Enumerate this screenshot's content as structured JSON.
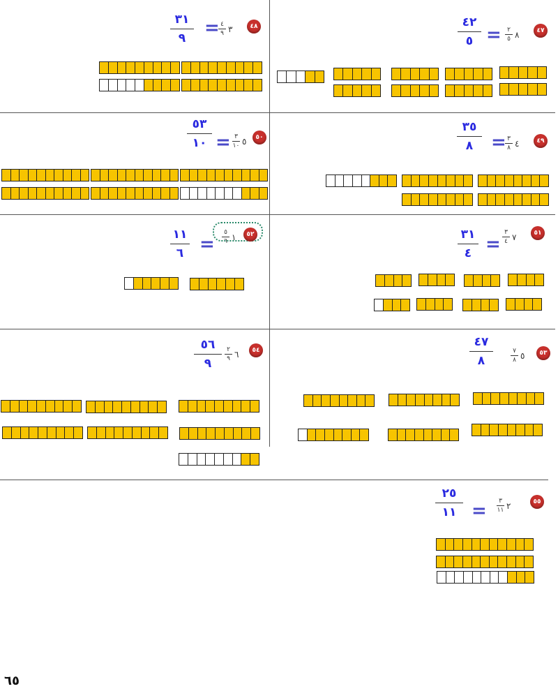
{
  "page_number": "٦٥",
  "equals_sign": "=",
  "exercises": [
    {
      "id": "47",
      "badge": "٤٧",
      "whole": "٨",
      "num": "٢",
      "den": "٥",
      "imp_num": "٤٢",
      "imp_den": "٥",
      "show_equals": true
    },
    {
      "id": "48",
      "badge": "٤٨",
      "whole": "٣",
      "num": "٤",
      "den": "٩",
      "imp_num": "٣١",
      "imp_den": "٩",
      "show_equals": true
    },
    {
      "id": "49",
      "badge": "٤٩",
      "whole": "٤",
      "num": "٣",
      "den": "٨",
      "imp_num": "٣٥",
      "imp_den": "٨",
      "show_equals": true
    },
    {
      "id": "50",
      "badge": "٥٠",
      "whole": "٥",
      "num": "٣",
      "den": "١٠",
      "imp_num": "٥٣",
      "imp_den": "١٠",
      "show_equals": true
    },
    {
      "id": "51",
      "badge": "٥١",
      "whole": "٧",
      "num": "٣",
      "den": "٤",
      "imp_num": "٣١",
      "imp_den": "٤",
      "show_equals": true
    },
    {
      "id": "52",
      "badge": "٥٢",
      "whole": "١",
      "num": "٥",
      "den": "٦",
      "imp_num": "١١",
      "imp_den": "٦",
      "show_equals": true
    },
    {
      "id": "53",
      "badge": "٥٣",
      "whole": "٥",
      "num": "٧",
      "den": "٨",
      "imp_num": "٤٧",
      "imp_den": "٨",
      "show_equals": false
    },
    {
      "id": "54",
      "badge": "٥٤",
      "whole": "٦",
      "num": "٢",
      "den": "٩",
      "imp_num": "٥٦",
      "imp_den": "٩",
      "show_equals": false
    },
    {
      "id": "55",
      "badge": "٥٥",
      "whole": "٢",
      "num": "٣",
      "den": "١١",
      "imp_num": "٢٥",
      "imp_den": "١١",
      "show_equals": true
    }
  ],
  "fraction_strips": [
    {
      "exercise": "47",
      "parts": 5,
      "shaded": 5
    },
    {
      "exercise": "47",
      "parts": 5,
      "shaded": 5
    },
    {
      "exercise": "47",
      "parts": 5,
      "shaded": 5
    },
    {
      "exercise": "47",
      "parts": 5,
      "shaded": 5
    },
    {
      "exercise": "47",
      "parts": 5,
      "shaded": 5
    },
    {
      "exercise": "47",
      "parts": 5,
      "shaded": 5
    },
    {
      "exercise": "47",
      "parts": 5,
      "shaded": 5
    },
    {
      "exercise": "47",
      "parts": 5,
      "shaded": 5
    },
    {
      "exercise": "47",
      "parts": 5,
      "shaded": 2
    },
    {
      "exercise": "48",
      "parts": 9,
      "shaded": 9
    },
    {
      "exercise": "48",
      "parts": 9,
      "shaded": 9
    },
    {
      "exercise": "48",
      "parts": 9,
      "shaded": 9
    },
    {
      "exercise": "48",
      "parts": 9,
      "shaded": 4
    },
    {
      "exercise": "49",
      "parts": 8,
      "shaded": 8
    },
    {
      "exercise": "49",
      "parts": 8,
      "shaded": 8
    },
    {
      "exercise": "49",
      "parts": 8,
      "shaded": 3
    },
    {
      "exercise": "49",
      "parts": 8,
      "shaded": 8
    },
    {
      "exercise": "49",
      "parts": 8,
      "shaded": 8
    },
    {
      "exercise": "50",
      "parts": 10,
      "shaded": 10
    },
    {
      "exercise": "50",
      "parts": 10,
      "shaded": 10
    },
    {
      "exercise": "50",
      "parts": 10,
      "shaded": 10
    },
    {
      "exercise": "50",
      "parts": 10,
      "shaded": 10
    },
    {
      "exercise": "50",
      "parts": 10,
      "shaded": 10
    },
    {
      "exercise": "50",
      "parts": 10,
      "shaded": 3
    },
    {
      "exercise": "51",
      "parts": 4,
      "shaded": 4
    },
    {
      "exercise": "51",
      "parts": 4,
      "shaded": 4
    },
    {
      "exercise": "51",
      "parts": 4,
      "shaded": 4
    },
    {
      "exercise": "51",
      "parts": 4,
      "shaded": 4
    },
    {
      "exercise": "51",
      "parts": 4,
      "shaded": 4
    },
    {
      "exercise": "51",
      "parts": 4,
      "shaded": 4
    },
    {
      "exercise": "51",
      "parts": 4,
      "shaded": 4
    },
    {
      "exercise": "51",
      "parts": 4,
      "shaded": 3
    },
    {
      "exercise": "52",
      "parts": 6,
      "shaded": 6
    },
    {
      "exercise": "52",
      "parts": 6,
      "shaded": 5
    },
    {
      "exercise": "53",
      "parts": 8,
      "shaded": 8
    },
    {
      "exercise": "53",
      "parts": 8,
      "shaded": 8
    },
    {
      "exercise": "53",
      "parts": 8,
      "shaded": 8
    },
    {
      "exercise": "53",
      "parts": 8,
      "shaded": 8
    },
    {
      "exercise": "53",
      "parts": 8,
      "shaded": 8
    },
    {
      "exercise": "53",
      "parts": 8,
      "shaded": 7
    },
    {
      "exercise": "54",
      "parts": 9,
      "shaded": 9
    },
    {
      "exercise": "54",
      "parts": 9,
      "shaded": 9
    },
    {
      "exercise": "54",
      "parts": 9,
      "shaded": 9
    },
    {
      "exercise": "54",
      "parts": 9,
      "shaded": 9
    },
    {
      "exercise": "54",
      "parts": 9,
      "shaded": 9
    },
    {
      "exercise": "54",
      "parts": 9,
      "shaded": 9
    },
    {
      "exercise": "54",
      "parts": 9,
      "shaded": 2
    },
    {
      "exercise": "55",
      "parts": 11,
      "shaded": 11
    },
    {
      "exercise": "55",
      "parts": 11,
      "shaded": 11
    },
    {
      "exercise": "55",
      "parts": 11,
      "shaded": 3
    }
  ],
  "colors": {
    "shaded": "#f7c400",
    "badge": "#c8302c",
    "fraction_text": "#2a2ae0",
    "equals": "#4a4ac8"
  }
}
